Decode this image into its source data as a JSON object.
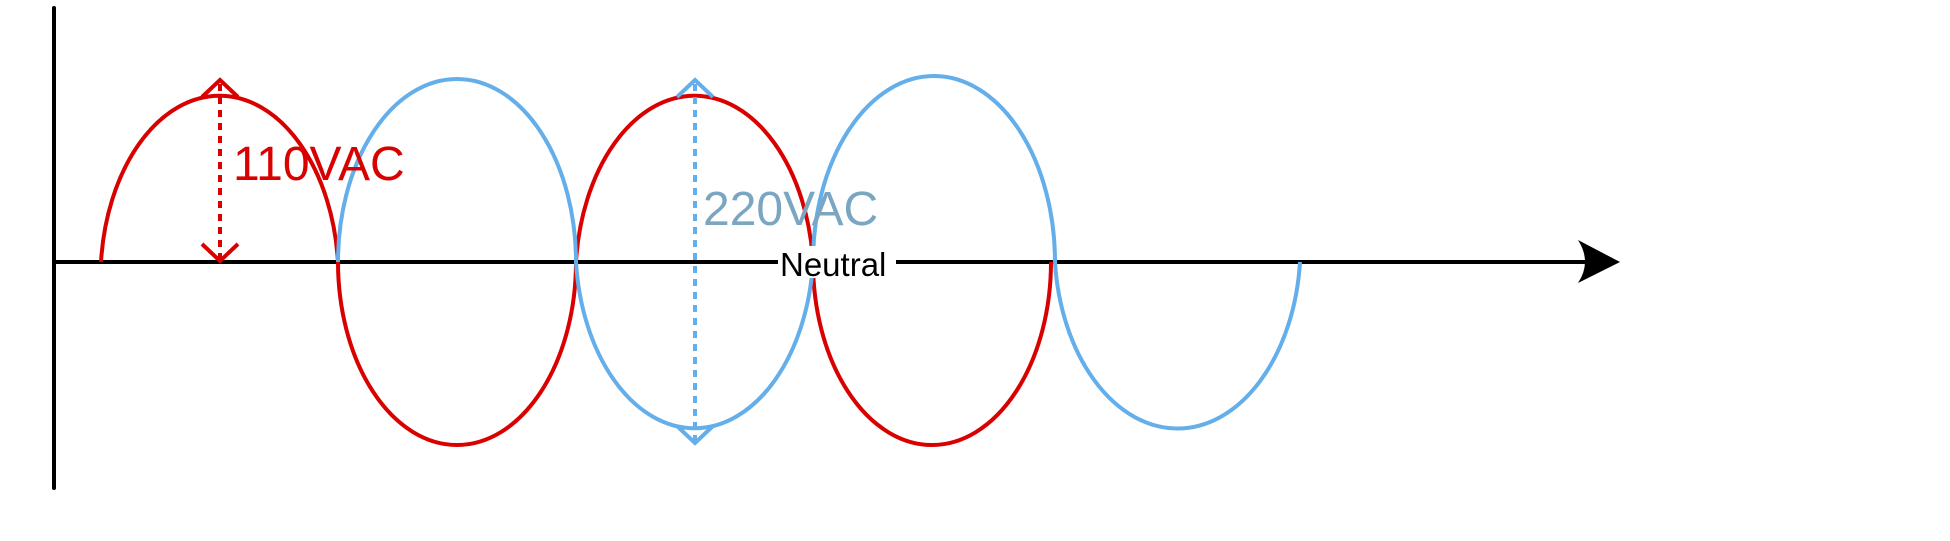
{
  "labels": {
    "v110": "110VAC",
    "v220": "220VAC",
    "neutral": "Neutral"
  },
  "colors": {
    "phase_a": "#d90000",
    "phase_b": "#64aeea",
    "label_220": "#7aa6c2",
    "axis": "#000000",
    "background": "#ffffff"
  }
}
